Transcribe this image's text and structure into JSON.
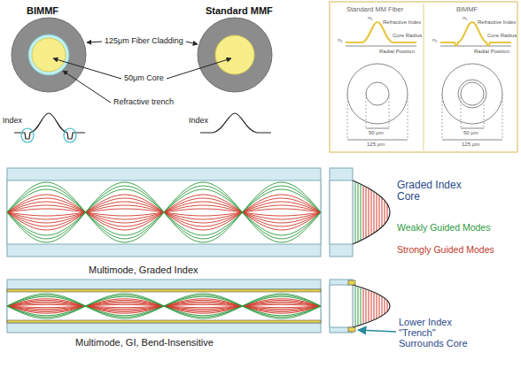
{
  "diagram": {
    "labels": [
      "BIMMF",
      "Standard MMF",
      "125μm Fiber Cladding",
      "50μm Core",
      "Refractive trench",
      "Index",
      "Index",
      "Standard MM Fiber",
      "BIMMF",
      "n₁",
      "Refractive Index",
      "Core Radius",
      "n₂",
      "Radial Position",
      "n₁",
      "Refractive Index",
      "Core Radius",
      "n₂",
      "Radial Position",
      "50 μm",
      "125 μm",
      "50 μm",
      "125 μm",
      "Graded Index Core",
      "Weakly Guided Modes",
      "Strongly Guided Modes",
      "Multimode, Graded Index",
      "Multimode, GI, Bend-Insensitive",
      "Lower Index \"Trench\" Surrounds Core"
    ]
  }
}
